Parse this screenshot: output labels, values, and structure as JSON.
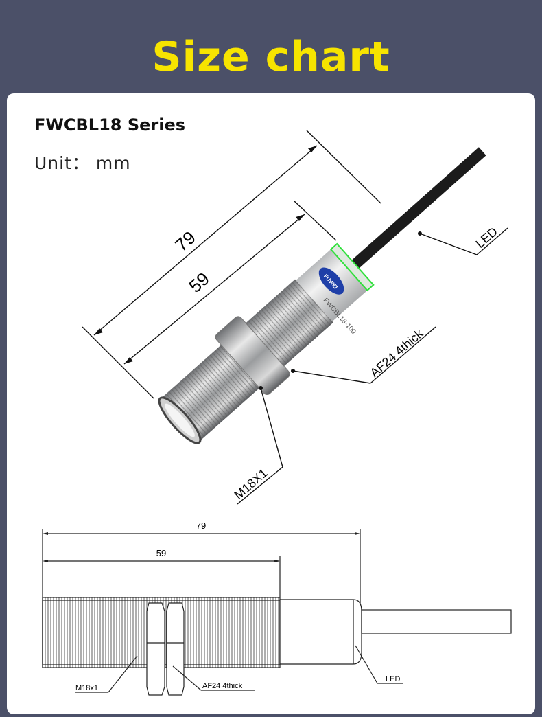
{
  "header": {
    "title": "Size chart"
  },
  "product": {
    "series": "FWCBL18 Series",
    "unit": "Unit： mm",
    "brand": "FUWEI",
    "model_print": "FWCBL18-100"
  },
  "render_view": {
    "dim_total": "79",
    "dim_thread": "59",
    "callout_led": "LED",
    "callout_nut": "AF24 4thick",
    "callout_thread": "M18X1"
  },
  "drawing_view": {
    "dim_total": "79",
    "dim_thread": "59",
    "callout_led": "LED",
    "callout_nut": "AF24 4thick",
    "callout_thread": "M18x1"
  },
  "colors": {
    "background": "#4b5068",
    "title": "#f7e400",
    "led": "#2fe03a",
    "brand_badge": "#1f3fa8"
  }
}
